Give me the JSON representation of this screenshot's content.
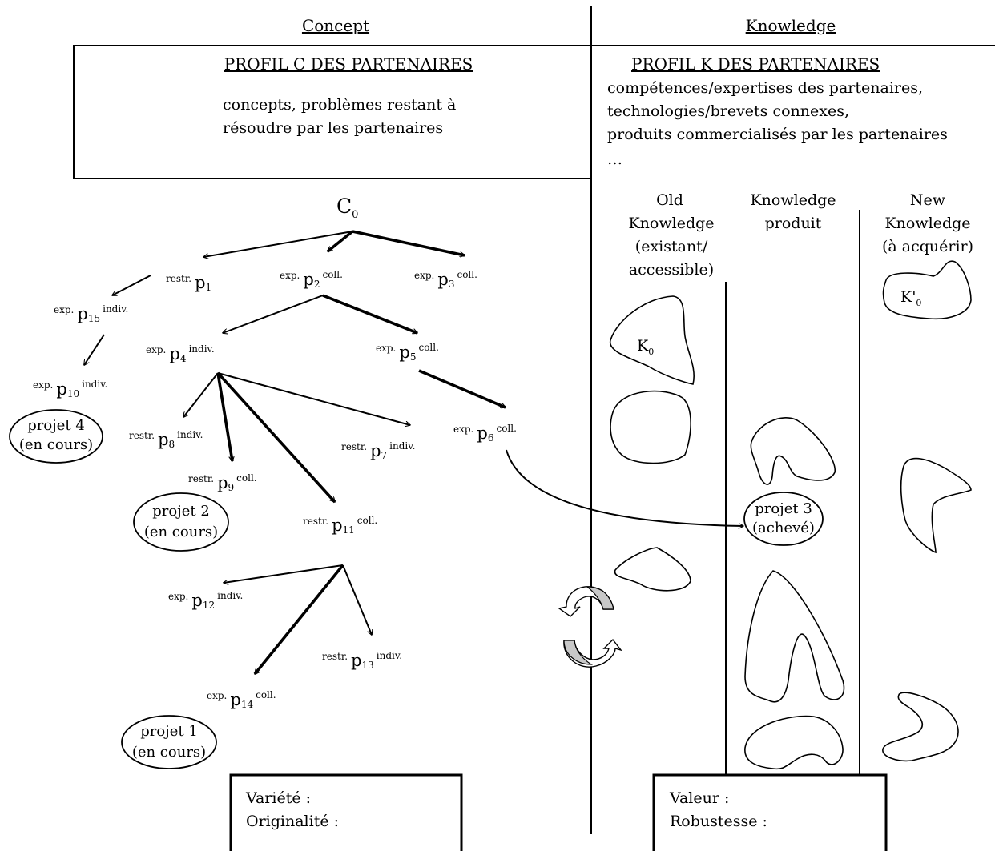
{
  "headers": {
    "concept": "Concept",
    "knowledge": "Knowledge"
  },
  "c_profile": {
    "title": "PROFIL C DES PARTENAIRES",
    "lines": [
      "concepts, problèmes restant à",
      "résoudre par les partenaires"
    ]
  },
  "k_profile": {
    "title": "PROFIL K DES PARTENAIRES",
    "lines": [
      "compétences/expertises des partenaires,",
      "technologies/brevets connexes,",
      "produits commercialisés par les partenaires",
      "…"
    ]
  },
  "root": {
    "main": "C",
    "sub": "0"
  },
  "nodes": [
    {
      "id": "p1",
      "pre": "restr.",
      "main": "p",
      "num": "1",
      "post": ""
    },
    {
      "id": "p2",
      "pre": "exp.",
      "main": "p",
      "num": "2",
      "post": "coll."
    },
    {
      "id": "p3",
      "pre": "exp.",
      "main": "p",
      "num": "3",
      "post": "coll."
    },
    {
      "id": "p15",
      "pre": "exp.",
      "main": "p",
      "num": "15",
      "post": "indiv."
    },
    {
      "id": "p4",
      "pre": "exp.",
      "main": "p",
      "num": "4",
      "post": "indiv."
    },
    {
      "id": "p5",
      "pre": "exp.",
      "main": "p",
      "num": "5",
      "post": "coll."
    },
    {
      "id": "p10",
      "pre": "exp.",
      "main": "p",
      "num": "10",
      "post": "indiv."
    },
    {
      "id": "p6",
      "pre": "exp.",
      "main": "p",
      "num": "6",
      "post": "coll."
    },
    {
      "id": "p8",
      "pre": "restr.",
      "main": "p",
      "num": "8",
      "post": "indiv."
    },
    {
      "id": "p7",
      "pre": "restr.",
      "main": "p",
      "num": "7",
      "post": "indiv."
    },
    {
      "id": "p9",
      "pre": "restr.",
      "main": "p",
      "num": "9",
      "post": "coll."
    },
    {
      "id": "p11",
      "pre": "restr.",
      "main": "p",
      "num": "11",
      "post": "coll."
    },
    {
      "id": "p12",
      "pre": "exp.",
      "main": "p",
      "num": "12",
      "post": "indiv."
    },
    {
      "id": "p13",
      "pre": "restr.",
      "main": "p",
      "num": "13",
      "post": "indiv."
    },
    {
      "id": "p14",
      "pre": "exp.",
      "main": "p",
      "num": "14",
      "post": "coll."
    }
  ],
  "projects": [
    {
      "id": "projet4",
      "line1": "projet 4",
      "line2": "(en cours)"
    },
    {
      "id": "projet2",
      "line1": "projet 2",
      "line2": "(en cours)"
    },
    {
      "id": "projet3",
      "line1": "projet 3",
      "line2": "(achevé)"
    },
    {
      "id": "projet1",
      "line1": "projet 1",
      "line2": "(en cours)"
    }
  ],
  "k_columns": {
    "old": [
      "Old",
      "Knowledge",
      "(existant/",
      "accessible)"
    ],
    "produit": [
      "Knowledge",
      "produit"
    ],
    "new": [
      "New",
      "Knowledge",
      "(à acquérir)"
    ]
  },
  "k_labels": {
    "k0_main": "K",
    "k0_sub": "0",
    "k0p_main": "K'",
    "k0p_sub": "0"
  },
  "metrics_left": [
    "Variété :",
    "Originalité :"
  ],
  "metrics_right": [
    "Valeur :",
    "Robustesse :"
  ]
}
